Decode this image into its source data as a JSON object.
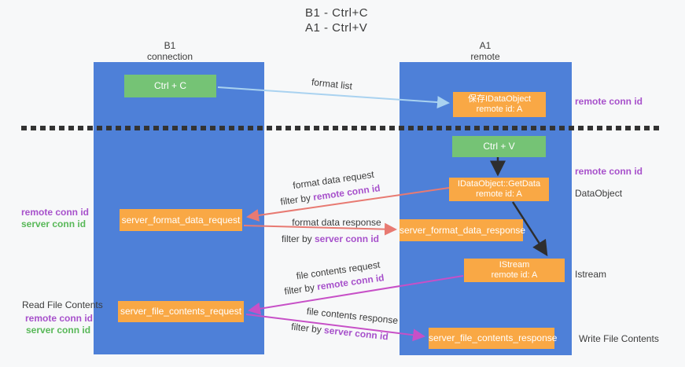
{
  "title": {
    "line1": "B1 - Ctrl+C",
    "line2": "A1 - Ctrl+V"
  },
  "columns": {
    "left": {
      "name": "B1",
      "role": "connection"
    },
    "right": {
      "name": "A1",
      "role": "remote"
    }
  },
  "nodes": {
    "ctrl_c": {
      "label": "Ctrl + C"
    },
    "ctrl_v": {
      "label": "Ctrl + V"
    },
    "save_dataobject": {
      "line1": "保存IDataObject",
      "line2": "remote id: A"
    },
    "getdata": {
      "line1": "IDataObject::GetData",
      "line2": "remote id: A"
    },
    "istream": {
      "line1": "IStream",
      "line2": "remote id: A"
    },
    "format_request": {
      "label": "server_format_data_request"
    },
    "format_response": {
      "label": "server_format_data_response"
    },
    "file_request": {
      "label": "server_file_contents_request"
    },
    "file_response": {
      "label": "server_file_contents_response"
    }
  },
  "side_labels": {
    "right_remote_conn_id_1": "remote conn id",
    "right_remote_conn_id_2": "remote conn id",
    "dataobject": "DataObject",
    "istream": "Istream",
    "write_file_contents": "Write File Contents",
    "left_remote_conn_id_1": "remote conn id",
    "left_server_conn_id_1": "server conn id",
    "read_file_contents": "Read File Contents",
    "left_remote_conn_id_2": "remote conn id",
    "left_server_conn_id_2": "server conn id"
  },
  "annotations": {
    "format_list": "format list",
    "format_data_request": "format data request",
    "filter_by_1": "filter by ",
    "remote_conn_id_1": "remote conn id",
    "format_data_response": "format data response",
    "filter_by_2": "filter by ",
    "server_conn_id_2": "server conn id",
    "file_contents_request": "file contents request",
    "filter_by_3": "filter by ",
    "remote_conn_id_3": "remote conn id",
    "file_contents_response": "file contents response",
    "filter_by_4": "filter by ",
    "server_conn_id_4": "server conn id"
  },
  "colors": {
    "lifeline_blue": "#4e80d8",
    "node_green": "#75c375",
    "node_orange": "#f9a845",
    "arrow_light_blue": "#a9d2f0",
    "arrow_salmon": "#e87a72",
    "arrow_magenta": "#c750c7",
    "arrow_black": "#2e2e2e",
    "text_purple": "#a751cb",
    "text_green": "#58b858",
    "text_dark": "#3c3c3c"
  }
}
